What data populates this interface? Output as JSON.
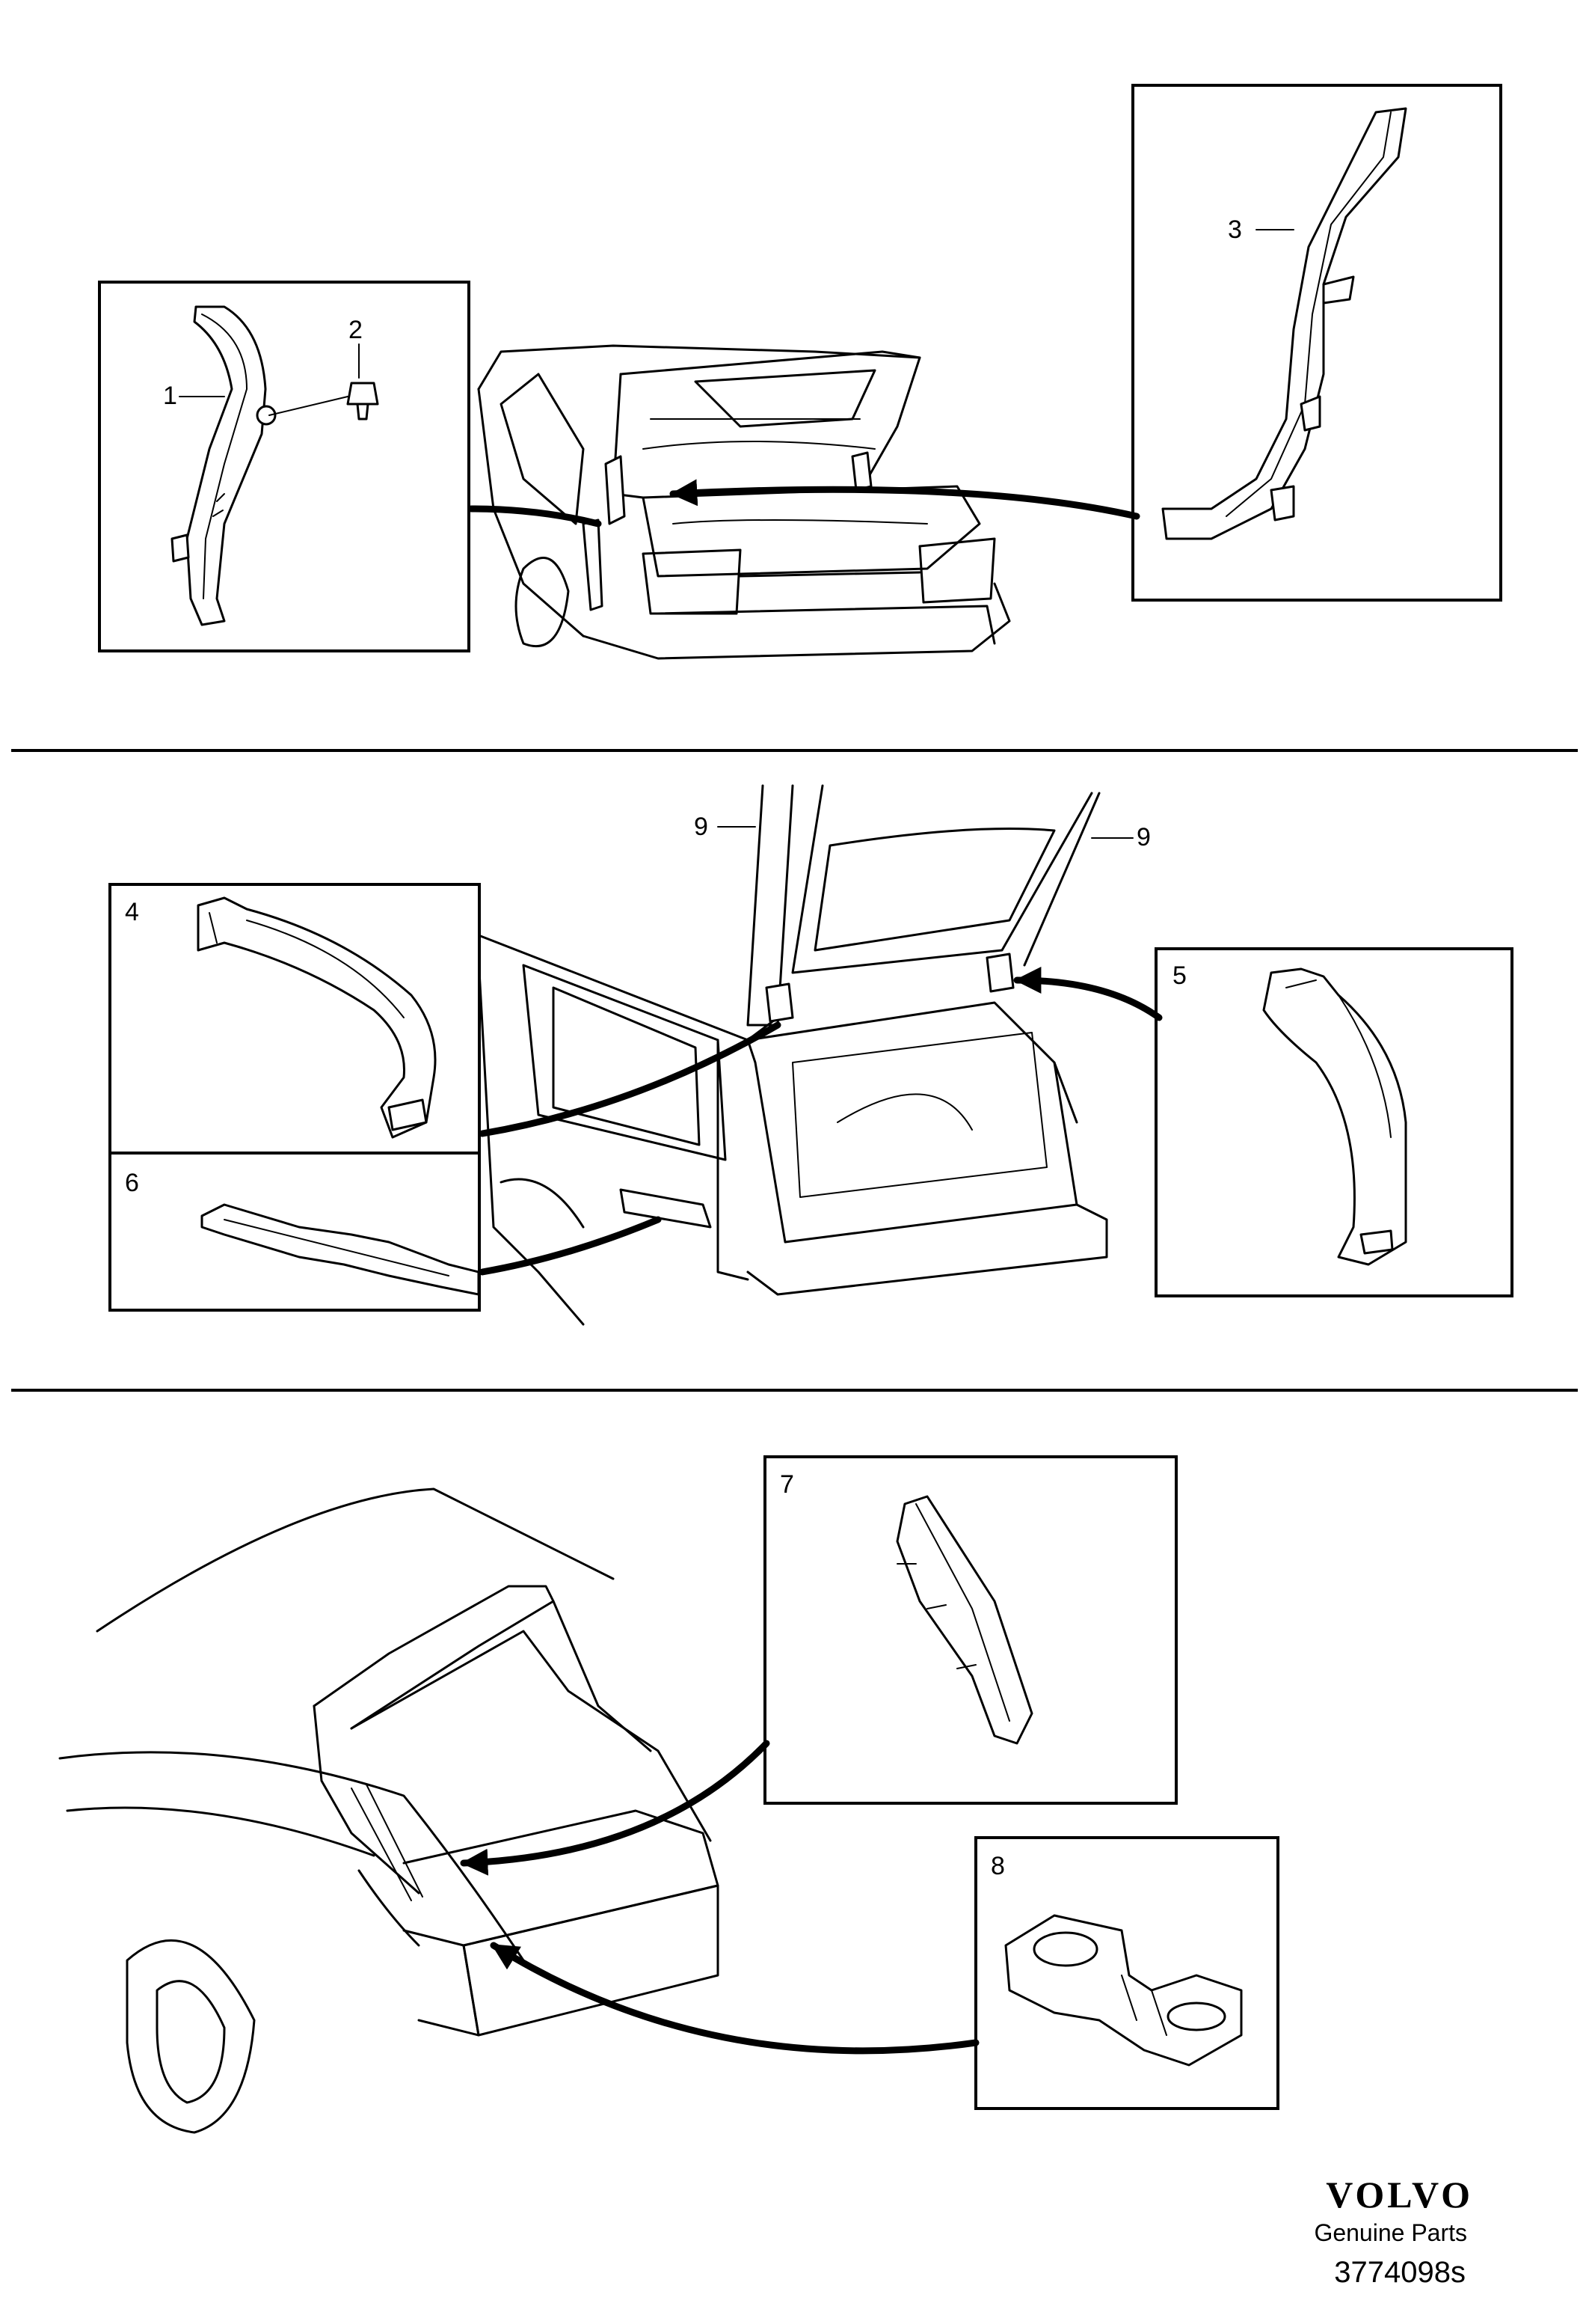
{
  "labels": {
    "p1": "1",
    "p2": "2",
    "p3": "3",
    "p4": "4",
    "p5": "5",
    "p6": "6",
    "p7": "7",
    "p8": "8",
    "p9a": "9",
    "p9b": "9"
  },
  "footer": {
    "brand": "VOLVO",
    "subtitle": "Genuine Parts",
    "reference": "3774098s"
  }
}
